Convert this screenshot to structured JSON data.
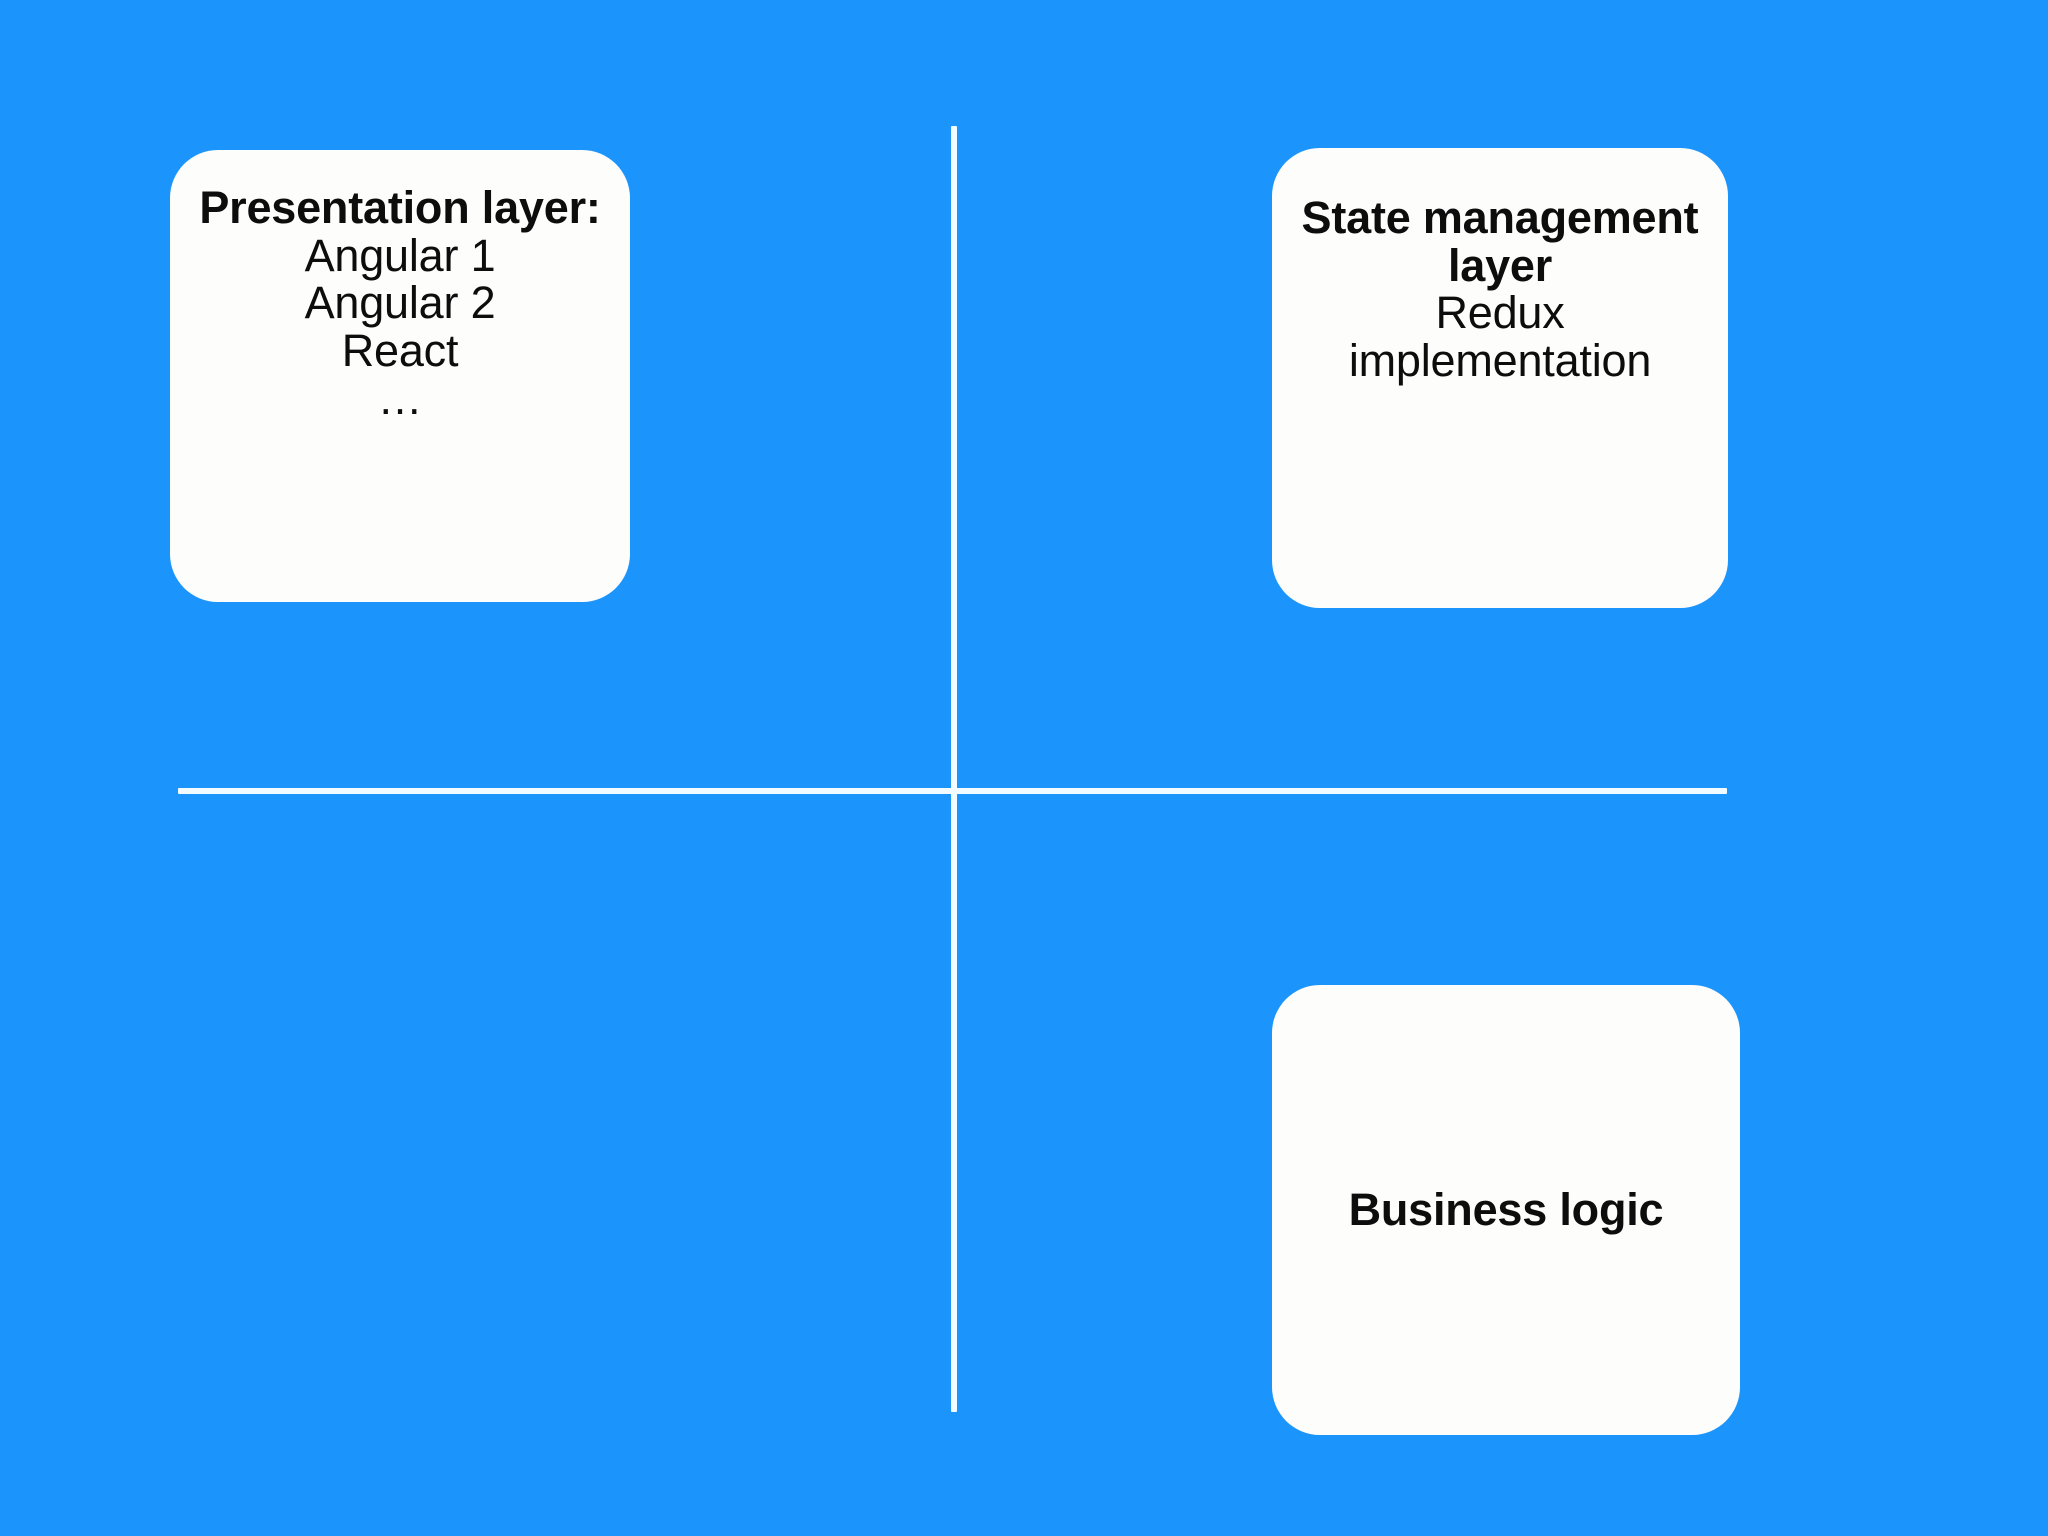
{
  "slide": {
    "background_color": "#1b95fb",
    "card_color": "#fdfdfc",
    "axis_color": "#f2fbff",
    "text_color": "#0d0d0d"
  },
  "axes": {
    "vertical_label": "vertical-divider",
    "horizontal_label": "horizontal-divider"
  },
  "cards": [
    {
      "id": "presentation-layer",
      "quadrant": "top-left",
      "title": "Presentation layer:",
      "lines": [
        "Angular 1",
        "Angular 2",
        "React"
      ],
      "ellipsis": "…"
    },
    {
      "id": "state-management-layer",
      "quadrant": "top-right",
      "title": "State management layer",
      "lines": [
        "Redux implementation"
      ]
    },
    {
      "id": "business-logic",
      "quadrant": "bottom-right",
      "title": "Business logic",
      "lines": []
    }
  ]
}
